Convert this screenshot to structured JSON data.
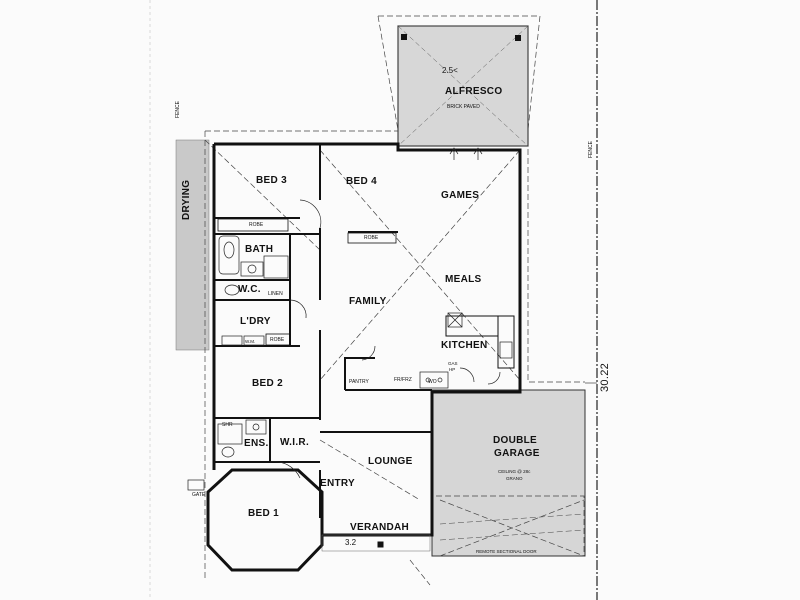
{
  "rooms": {
    "alfresco": "ALFRESCO",
    "bed3": "BED 3",
    "bed4": "BED 4",
    "games": "GAMES",
    "drying": "DRYING",
    "bath": "BATH",
    "meals": "MEALS",
    "wc": "W.C.",
    "family": "FAMILY",
    "ldry": "L'DRY",
    "kitchen": "KITCHEN",
    "bed2": "BED 2",
    "double_garage_1": "DOUBLE",
    "double_garage_2": "GARAGE",
    "ens": "ENS.",
    "wir": "W.I.R.",
    "lounge": "LOUNGE",
    "entry": "ENTRY",
    "bed1": "BED 1",
    "verandah": "VERANDAH"
  },
  "fixtures": {
    "brick_paved": "BRICK PAVED",
    "robe_bed3": "ROBE",
    "robe_bed4": "ROBE",
    "robe_ldry": "ROBE",
    "linen": "LINEN",
    "wm": "W.M.",
    "pantry": "PANTRY",
    "frfrz": "FR/FRZ",
    "wo": "WO",
    "gas": "GAS",
    "hp": "HP",
    "shr": "SHR",
    "gate": "GATE",
    "ceiling_1": "CEILING @ 28c",
    "ceiling_2": "GRANO",
    "remote_door": "REMOTE SECTIONAL DOOR"
  },
  "boundary": {
    "fence_left": "FENCE",
    "fence_right": "FENCE",
    "dimension": "30.22"
  },
  "handwritten": {
    "alfresco_note": "2.5<",
    "verandah_note": "3.2"
  }
}
